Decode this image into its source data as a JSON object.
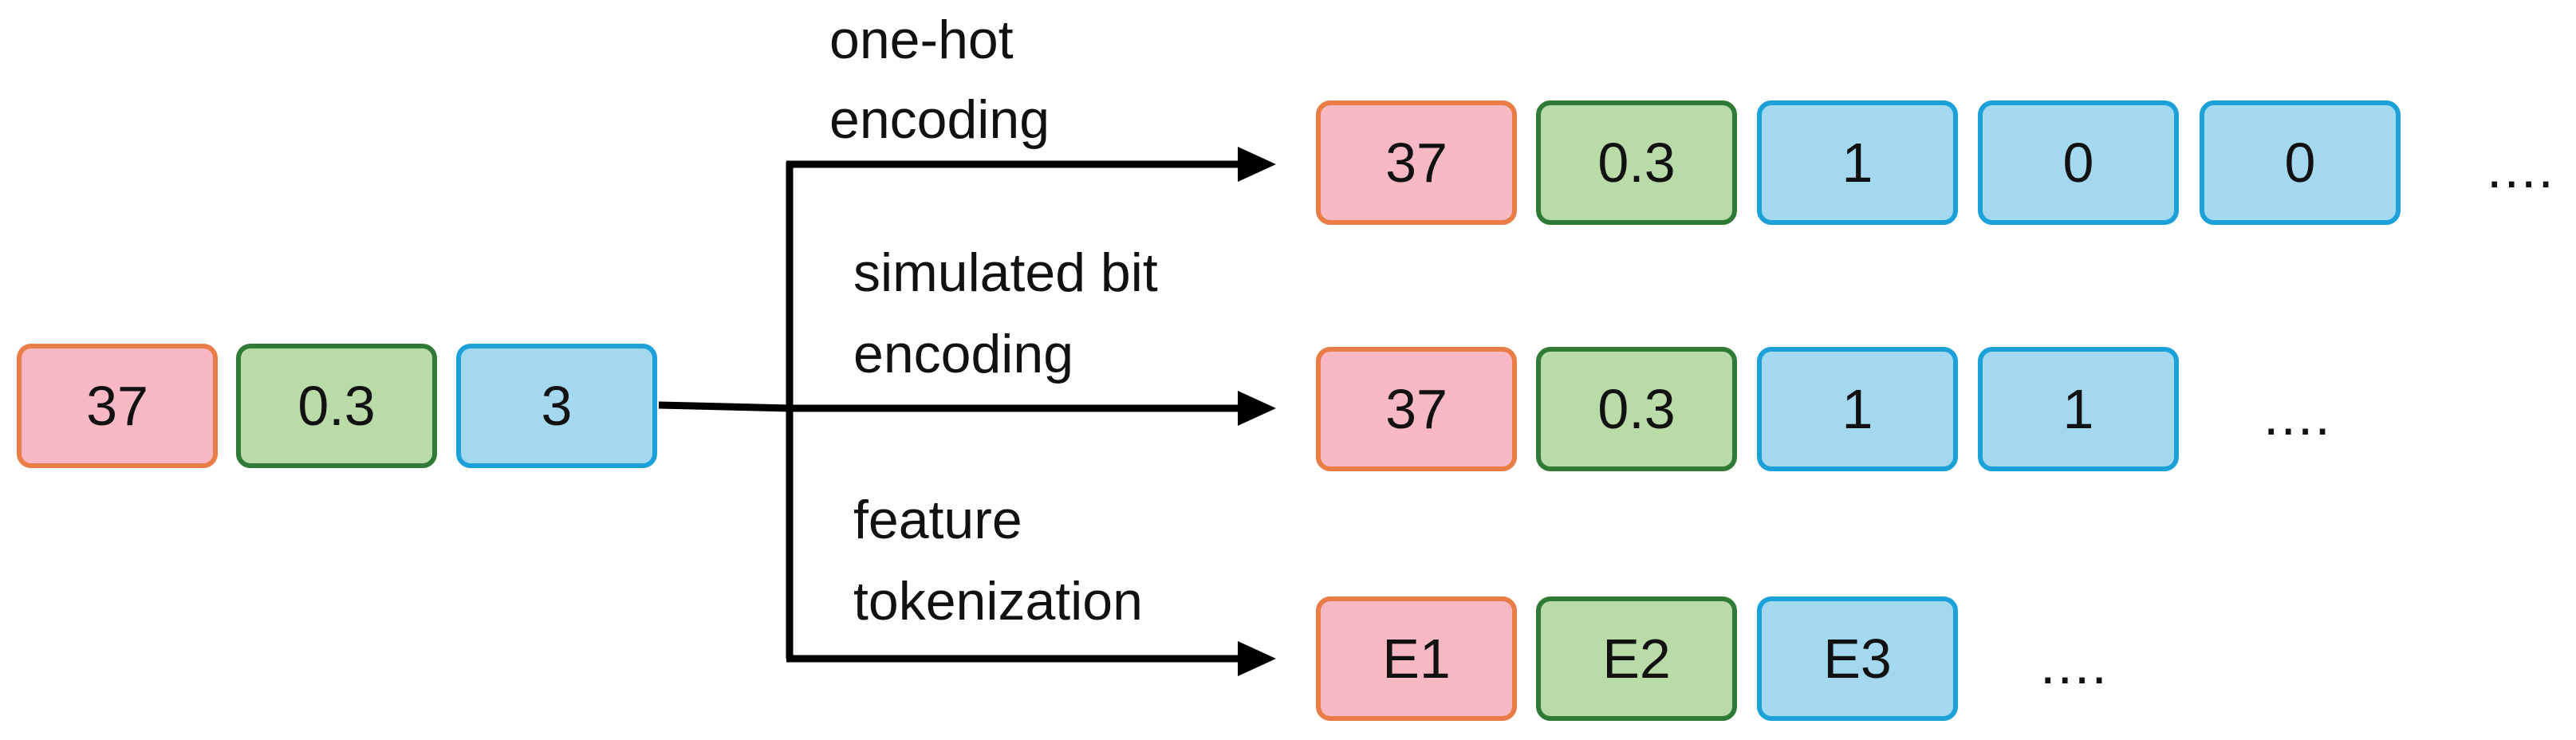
{
  "source": {
    "boxes": [
      {
        "text": "37",
        "color": "red"
      },
      {
        "text": "0.3",
        "color": "green"
      },
      {
        "text": "3",
        "color": "blue"
      }
    ]
  },
  "branches": [
    {
      "label_line1": "one-hot",
      "label_line2": "encoding",
      "boxes": [
        {
          "text": "37",
          "color": "red"
        },
        {
          "text": "0.3",
          "color": "green"
        },
        {
          "text": "1",
          "color": "blue"
        },
        {
          "text": "0",
          "color": "blue"
        },
        {
          "text": "0",
          "color": "blue"
        }
      ],
      "ellipsis": "...."
    },
    {
      "label_line1": "simulated bit",
      "label_line2": "encoding",
      "boxes": [
        {
          "text": "37",
          "color": "red"
        },
        {
          "text": "0.3",
          "color": "green"
        },
        {
          "text": "1",
          "color": "blue"
        },
        {
          "text": "1",
          "color": "blue"
        }
      ],
      "ellipsis": "...."
    },
    {
      "label_line1": "feature",
      "label_line2": "tokenization",
      "boxes": [
        {
          "text": "E1",
          "color": "red"
        },
        {
          "text": "E2",
          "color": "green"
        },
        {
          "text": "E3",
          "color": "blue"
        }
      ],
      "ellipsis": "...."
    }
  ],
  "colors": {
    "red_fill": "#f8b8c4",
    "red_border": "#ea7d45",
    "green_fill": "#b8dba8",
    "green_border": "#2f7a35",
    "blue_fill": "#a3d8ef",
    "blue_border": "#1ba1d8",
    "arrow": "#000000"
  }
}
